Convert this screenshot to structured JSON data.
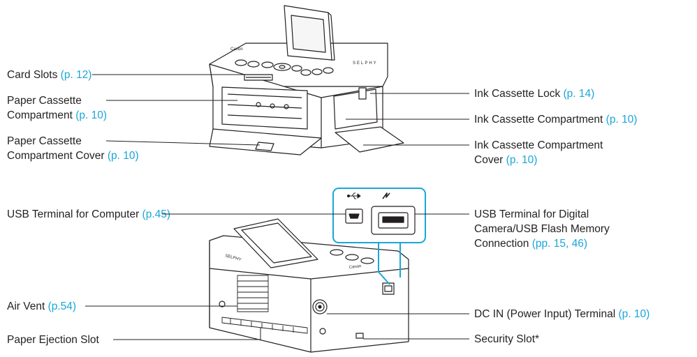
{
  "colors": {
    "reference": "#1aa6d8",
    "line": "#231f20"
  },
  "top_view": {
    "left": [
      {
        "id": "card-slots",
        "lines": [
          "Card Slots "
        ],
        "ref": "(p. 12)"
      },
      {
        "id": "paper-cassette-compartment",
        "lines": [
          "Paper Cassette",
          "Compartment "
        ],
        "ref": "(p. 10)"
      },
      {
        "id": "paper-cassette-compartment-cover",
        "lines": [
          "Paper Cassette",
          "Compartment Cover "
        ],
        "ref": "(p. 10)"
      }
    ],
    "right": [
      {
        "id": "ink-cassette-lock",
        "lines": [
          "Ink Cassette Lock "
        ],
        "ref": "(p. 14)"
      },
      {
        "id": "ink-cassette-compartment",
        "lines": [
          "Ink Cassette Compartment "
        ],
        "ref": "(p. 10)"
      },
      {
        "id": "ink-cassette-compartment-cover",
        "lines": [
          "Ink Cassette Compartment",
          "Cover "
        ],
        "ref": "(p. 10)"
      }
    ]
  },
  "rear_view": {
    "left": [
      {
        "id": "usb-terminal-computer",
        "lines": [
          "USB Terminal for Computer "
        ],
        "ref": "(p.45)"
      },
      {
        "id": "air-vent",
        "lines": [
          "Air Vent "
        ],
        "ref": "(p.54)"
      },
      {
        "id": "paper-ejection-slot",
        "lines": [
          "Paper Ejection Slot"
        ],
        "ref": ""
      }
    ],
    "right": [
      {
        "id": "usb-terminal-digital-camera",
        "lines": [
          "USB Terminal for Digital",
          "Camera/USB Flash Memory",
          "Connection "
        ],
        "ref": "(pp. 15, 46)"
      },
      {
        "id": "dc-in-terminal",
        "lines": [
          "DC IN (Power Input) Terminal "
        ],
        "ref": "(p. 10)"
      },
      {
        "id": "security-slot",
        "lines": [
          "Security Slot*"
        ],
        "ref": ""
      }
    ]
  },
  "device_text": {
    "brand": "Canon",
    "model": "SELPHY"
  }
}
